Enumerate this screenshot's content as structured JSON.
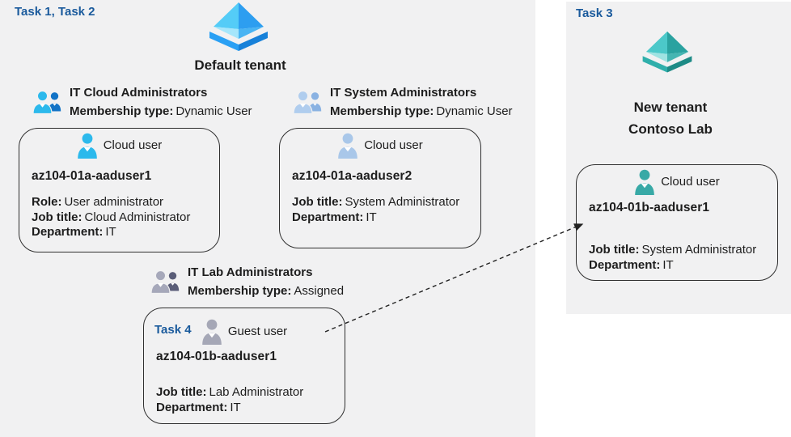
{
  "colors": {
    "panel_bg": "#f1f1f2",
    "task_accent": "#1a5a9c",
    "text": "#1d1d1d",
    "card_border": "#2f2f2f",
    "arrow": "#222222",
    "user_cyan": "#2cb9ec",
    "user_steel": "#a9c7e9",
    "user_gray": "#a5a7b6",
    "user_teal": "#38a9a6",
    "group1_front": "#2cb9ec",
    "group1_back": "#1273c6",
    "group2_front": "#b0cdee",
    "group2_back": "#8ab2e2",
    "group3_front": "#a6a8ba",
    "group3_back": "#5a5d78",
    "tenant_blue": {
      "tl": "#54ccf7",
      "bl": "#a5e6fb",
      "tr": "#2d9ef0",
      "br": "#49b4f3",
      "rim_l": "#2aa0f4",
      "rim_r": "#1781d9"
    },
    "tenant_teal": {
      "tl": "#4cc8c9",
      "bl": "#9fe3e2",
      "tr": "#2aa2a0",
      "br": "#45b5b2",
      "rim_l": "#2fafab",
      "rim_r": "#1d8b86"
    }
  },
  "icons": {
    "tenant": "azure-tenant-pyramid-icon",
    "group": "user-group-icon",
    "person": "person-icon",
    "arrow": "dashed-assignment-arrow"
  },
  "left_panel": {
    "task_label": "Task 1, Task 2",
    "tenant_name": "Default tenant",
    "groups": [
      {
        "title": "IT Cloud Administrators",
        "membership_label": "Membership type:",
        "membership_value": "Dynamic User"
      },
      {
        "title": "IT System Administrators",
        "membership_label": "Membership type:",
        "membership_value": "Dynamic User"
      },
      {
        "title": "IT Lab Administrators",
        "membership_label": "Membership type:",
        "membership_value": "Assigned"
      }
    ],
    "cards": [
      {
        "user_type": "Cloud user",
        "name": "az104-01a-aaduser1",
        "fields": [
          {
            "label": "Role:",
            "value": "User administrator"
          },
          {
            "label": "Job title:",
            "value": "Cloud Administrator"
          },
          {
            "label": "Department:",
            "value": "IT"
          }
        ]
      },
      {
        "user_type": "Cloud user",
        "name": "az104-01a-aaduser2",
        "fields": [
          {
            "label": "Job title:",
            "value": "System Administrator"
          },
          {
            "label": "Department:",
            "value": "IT"
          }
        ]
      },
      {
        "task_label": "Task 4",
        "user_type": "Guest user",
        "name": "az104-01b-aaduser1",
        "fields": [
          {
            "label": "Job title:",
            "value": "Lab Administrator"
          },
          {
            "label": "Department:",
            "value": "IT"
          }
        ]
      }
    ]
  },
  "right_panel": {
    "task_label": "Task 3",
    "tenant_line1": "New tenant",
    "tenant_line2": "Contoso Lab",
    "card": {
      "user_type": "Cloud user",
      "name": "az104-01b-aaduser1",
      "fields": [
        {
          "label": "Job title:",
          "value": "System Administrator"
        },
        {
          "label": "Department:",
          "value": "IT"
        }
      ]
    }
  }
}
